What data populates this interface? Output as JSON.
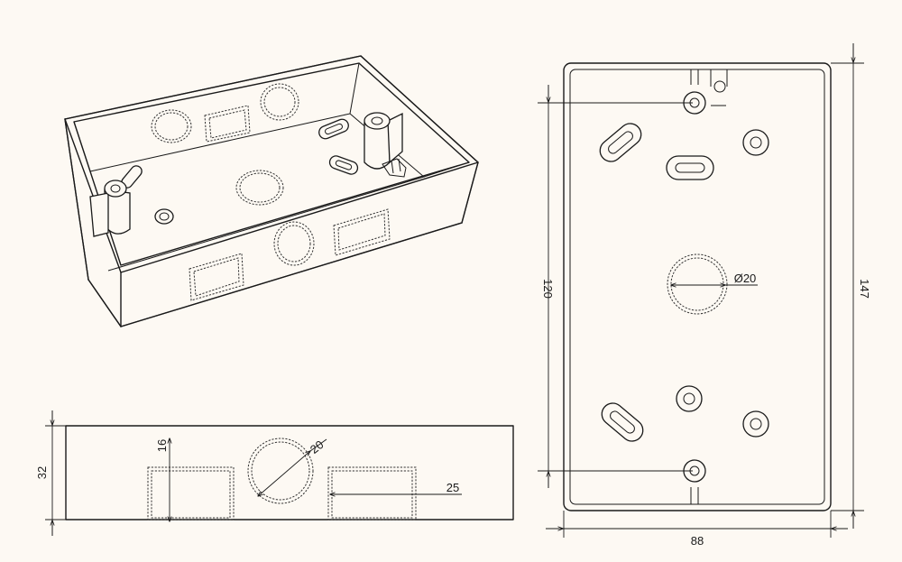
{
  "dimensions": {
    "height_side": "32",
    "height_opening": "16",
    "hole_side": "20",
    "width_opening": "25",
    "hole_back": "Ø20",
    "mount_spacing": "120",
    "total_height": "147",
    "total_width": "88"
  }
}
